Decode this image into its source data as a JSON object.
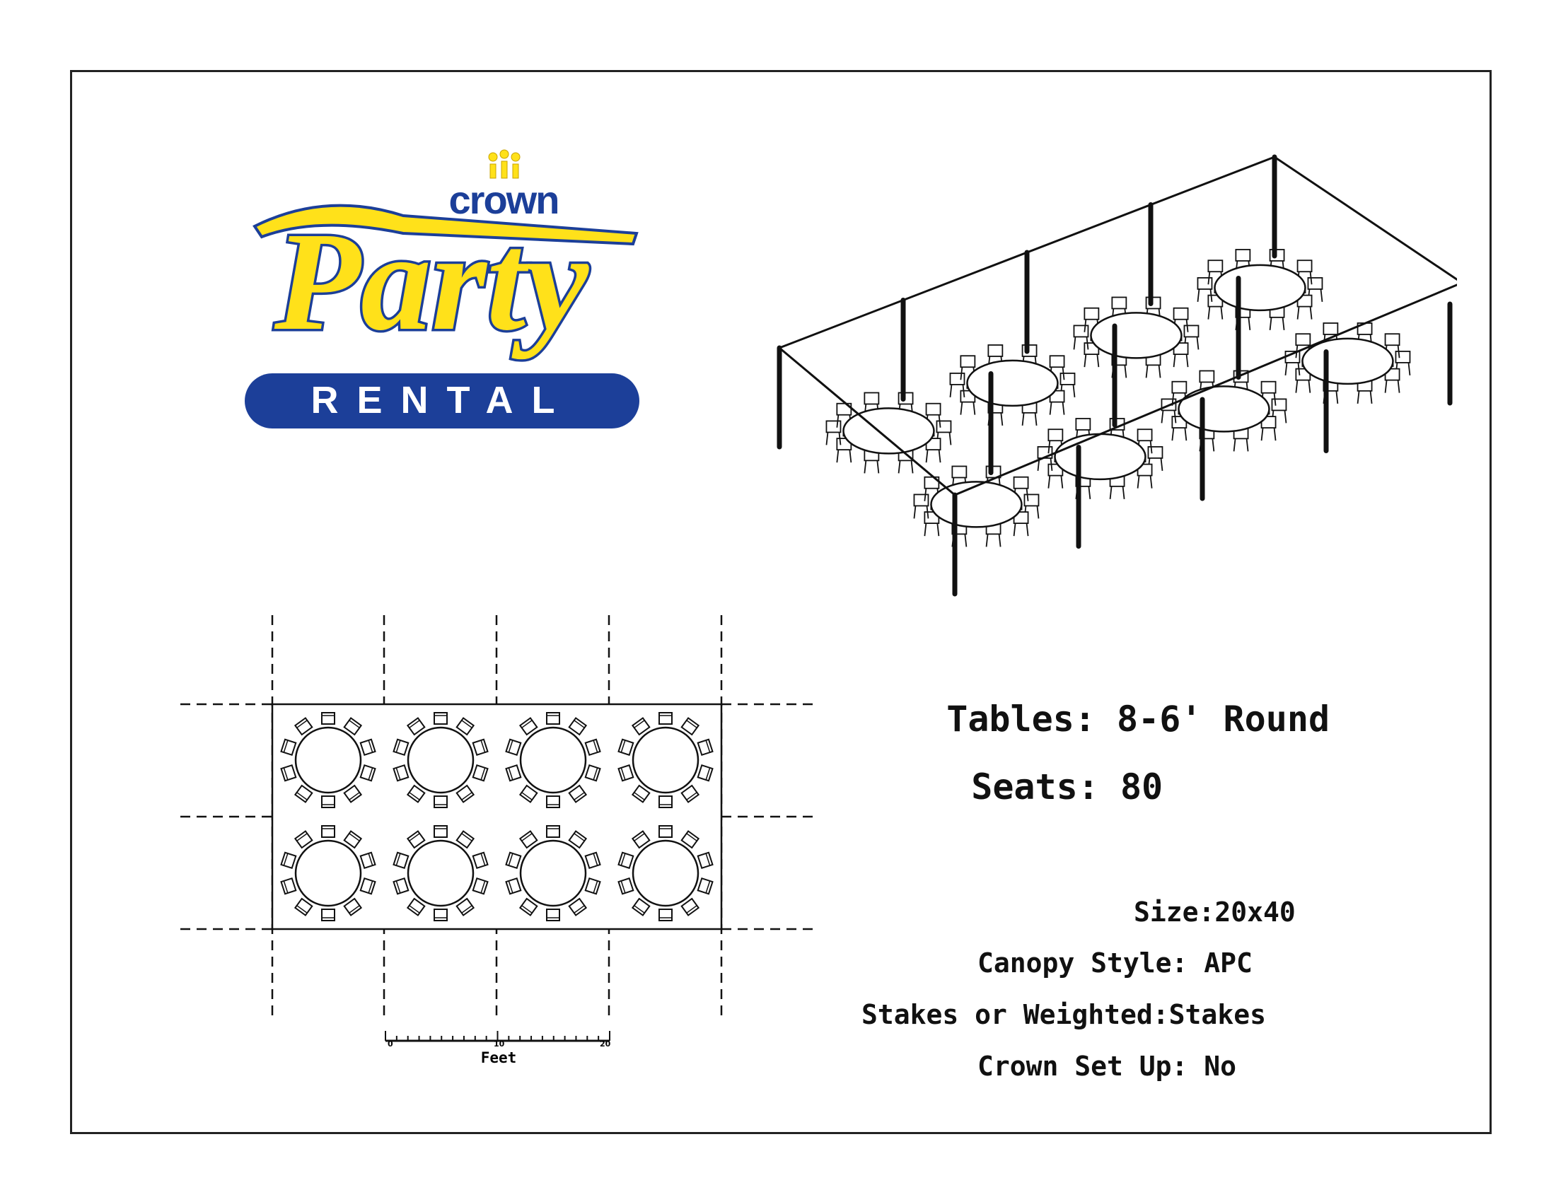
{
  "logo": {
    "line1": "crown",
    "line2": "Party",
    "line3": "RENTAL",
    "colors": {
      "yellow": "#ffe11a",
      "blue": "#1c3f99",
      "outline": "#1c3f99"
    }
  },
  "layout": {
    "tables_label": "Tables:",
    "tables_value": "8-6' Round",
    "seats_label": "Seats:",
    "seats_value": "80",
    "table_count": 8,
    "chairs_per_table": 10
  },
  "specs": {
    "size": "Size:20x40",
    "canopy_style": "Canopy Style: APC",
    "anchoring": "Stakes or Weighted:Stakes",
    "crown_setup": "Crown Set Up: No"
  },
  "scale_bar": {
    "unit_label": "Feet",
    "ticks": [
      "0",
      "10",
      "20"
    ]
  }
}
